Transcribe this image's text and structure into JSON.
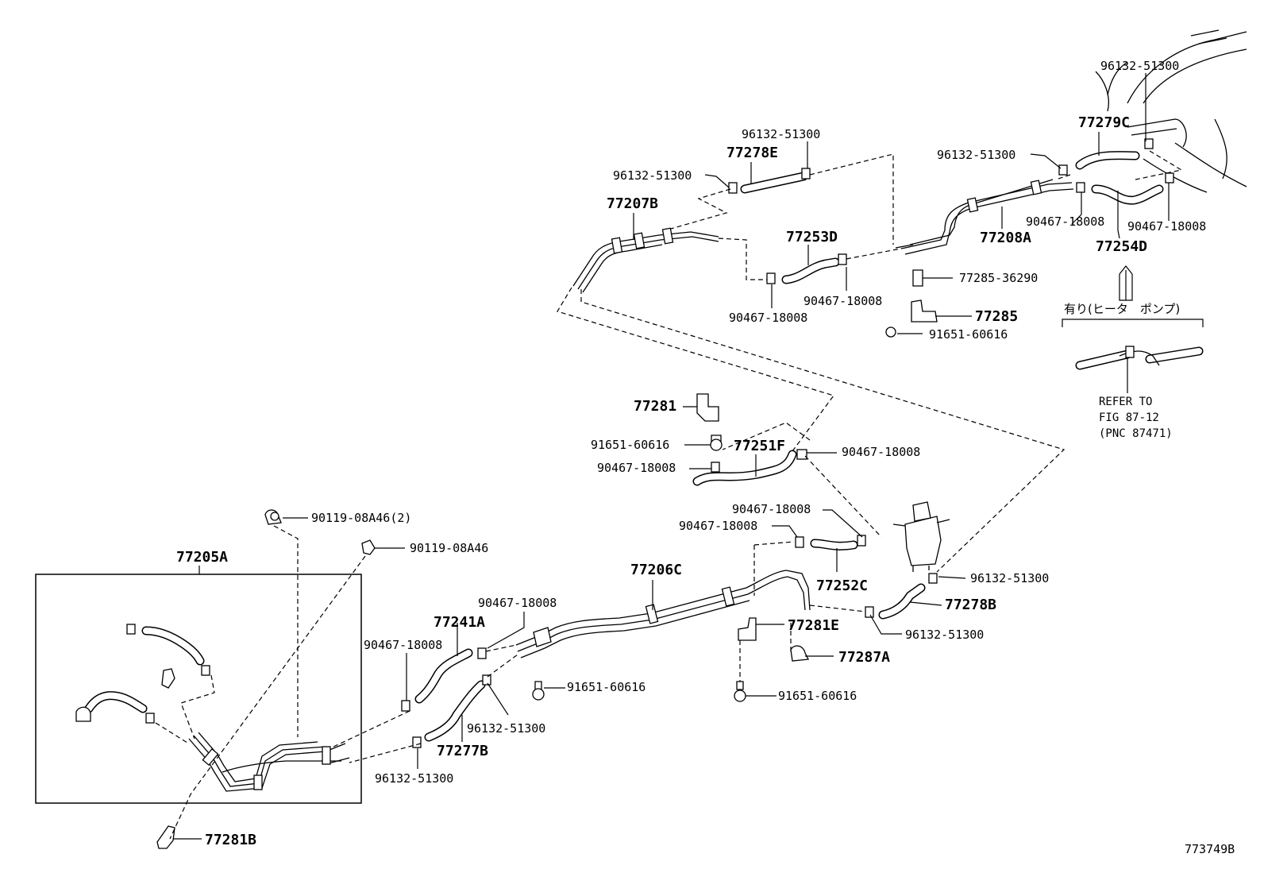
{
  "figure_code": "773749B",
  "assembly_label": "77205A",
  "callouts": {
    "c_96132_51300_top": "96132-51300",
    "c_77279C": "77279C",
    "c_96132_51300_b": "96132-51300",
    "c_77278E": "77278E",
    "c_96132_51300_c": "96132-51300",
    "c_96132_51300_d": "96132-51300",
    "c_77207B": "77207B",
    "c_77253D": "77253D",
    "c_77208A": "77208A",
    "c_90467_18008_a": "90467-18008",
    "c_90467_18008_b": "90467-18008",
    "c_77254D": "77254D",
    "c_77285_36290": "77285-36290",
    "c_90467_18008_c": "90467-18008",
    "c_90467_18008_d": "90467-18008",
    "c_77285": "77285",
    "c_91651_60616_a": "91651-60616",
    "c_77281": "77281",
    "c_91651_60616_b": "91651-60616",
    "c_77251F": "77251F",
    "c_90467_18008_e": "90467-18008",
    "c_90467_18008_f": "90467-18008",
    "c_90467_18008_g": "90467-18008",
    "c_90467_18008_h": "90467-18008",
    "c_90119_08A46_2": "90119-08A46(2)",
    "c_90119_08A46": "90119-08A46",
    "c_77206C": "77206C",
    "c_77252C": "77252C",
    "c_96132_51300_e": "96132-51300",
    "c_90467_18008_i": "90467-18008",
    "c_77241A": "77241A",
    "c_90467_18008_j": "90467-18008",
    "c_77278B": "77278B",
    "c_77281E": "77281E",
    "c_96132_51300_f": "96132-51300",
    "c_77287A": "77287A",
    "c_91651_60616_c": "91651-60616",
    "c_91651_60616_d": "91651-60616",
    "c_96132_51300_g": "96132-51300",
    "c_77277B": "77277B",
    "c_96132_51300_h": "96132-51300",
    "c_77281B": "77281B"
  },
  "option_note": {
    "heading": "有り(ヒータ　ポンプ)",
    "refer_line1": "REFER TO",
    "refer_line2": "FIG 87-12",
    "refer_line3": "(PNC 87471)"
  }
}
